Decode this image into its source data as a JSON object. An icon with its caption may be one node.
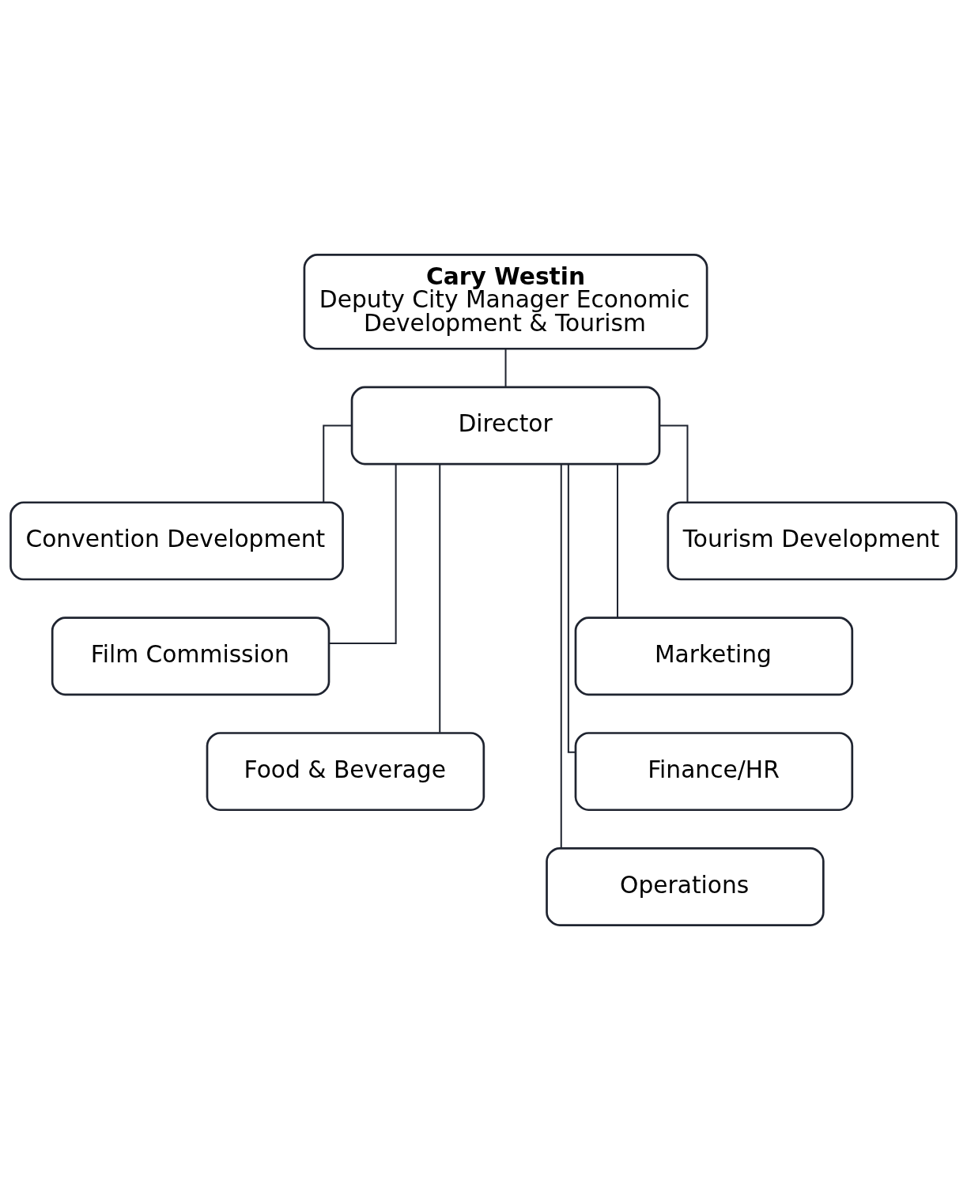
{
  "diagram": {
    "nodes": [
      {
        "text": [
          "Cary Westin",
          "Deputy City Manager Economic Development & Tourism"
        ]
      },
      {
        "text": [
          "Director"
        ]
      },
      {
        "text": [
          "Convention Development"
        ]
      },
      {
        "text": [
          "Tourism Development"
        ]
      },
      {
        "text": [
          "Film Commission"
        ]
      },
      {
        "text": [
          "Marketing"
        ]
      },
      {
        "text": [
          "Food & Beverage"
        ]
      },
      {
        "text": [
          "Finance/HR"
        ]
      },
      {
        "text": [
          "Operations"
        ]
      }
    ],
    "edges": [
      {
        "from": 0,
        "to": 1,
        "arrow": "none"
      },
      {
        "from": 1,
        "to": 2,
        "arrow": "none"
      },
      {
        "from": 1,
        "to": 3,
        "arrow": "none"
      },
      {
        "from": 1,
        "to": 4,
        "arrow": "none"
      },
      {
        "from": 1,
        "to": 5,
        "arrow": "none"
      },
      {
        "from": 1,
        "to": 6,
        "arrow": "none"
      },
      {
        "from": 1,
        "to": 7,
        "arrow": "none"
      },
      {
        "from": 1,
        "to": 8,
        "arrow": "none"
      }
    ]
  }
}
